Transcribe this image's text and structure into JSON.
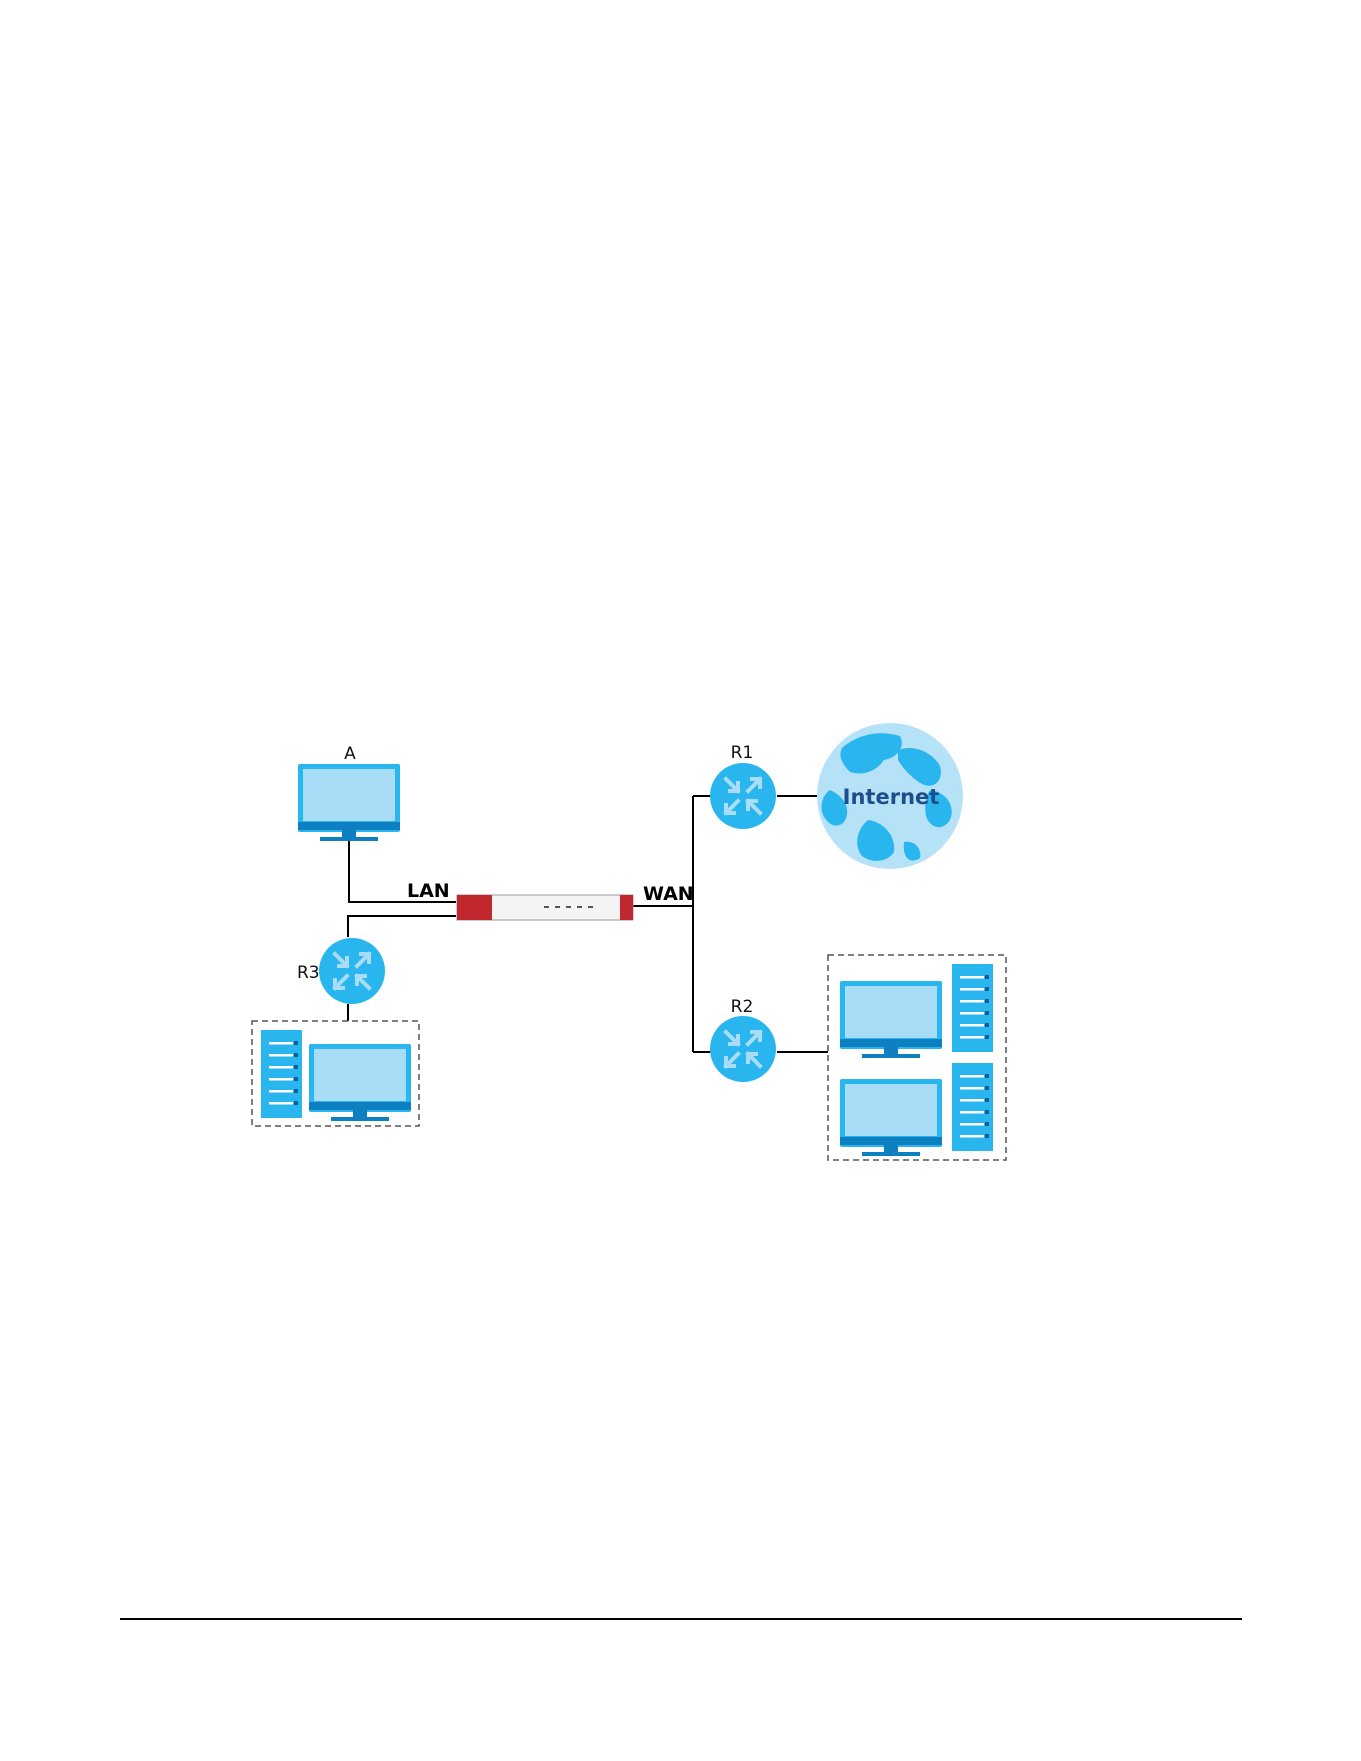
{
  "labels": {
    "computer_a": "A",
    "router_r1": "R1",
    "router_r2": "R2",
    "router_r3": "R3",
    "lan": "LAN",
    "wan": "WAN",
    "internet": "Internet"
  },
  "colors": {
    "device_blue": "#29B6EE",
    "screen_light": "#A8DCF7",
    "screen_border": "#1592D0",
    "base_dark": "#0E7FC0",
    "globe_sea": "#B6E2F8",
    "globe_land": "#29B6EE",
    "internet_text": "#1E4D8C",
    "firewall_red": "#C0282D",
    "firewall_body": "#F4F4F4",
    "link_line": "#000000",
    "group_border": "#555555"
  }
}
